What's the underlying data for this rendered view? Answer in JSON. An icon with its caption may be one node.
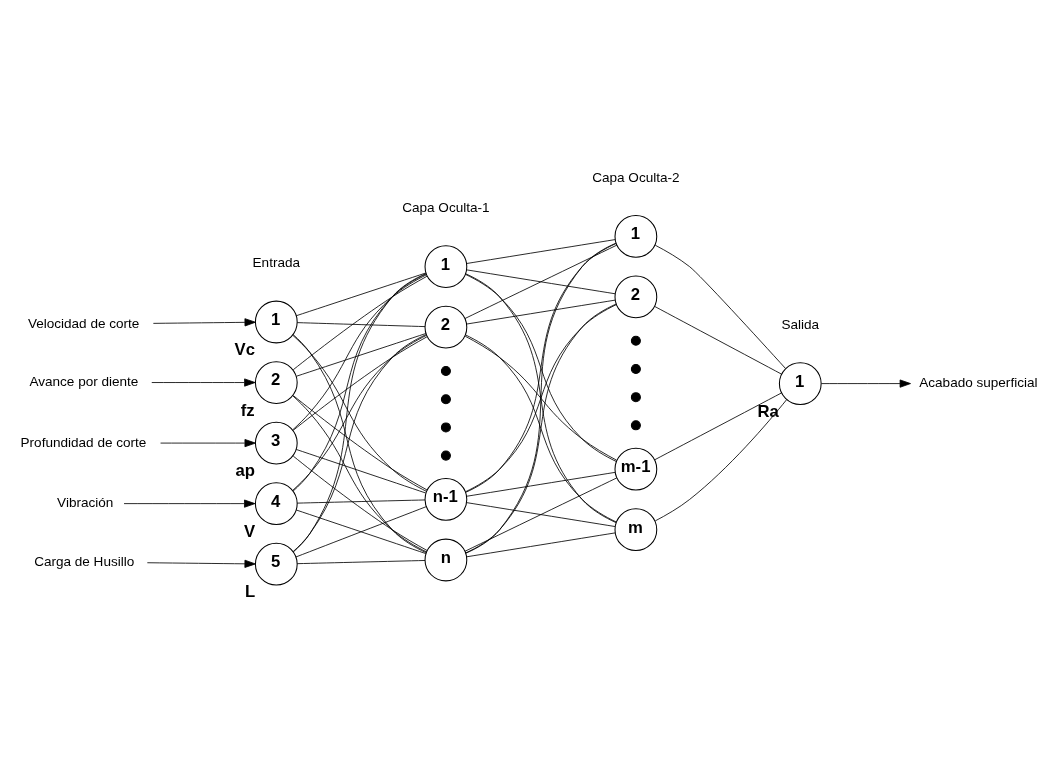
{
  "diagram": {
    "nodes": [
      {
        "text": [
          "Velocidad de corte"
        ]
      },
      {
        "text": [
          "1"
        ],
        "beside": [
          "Vc"
        ]
      },
      {
        "text": [
          "Avance por diente"
        ]
      },
      {
        "text": [
          "2"
        ],
        "beside": [
          "fz"
        ]
      },
      {
        "text": [
          "Profundidad de corte"
        ]
      },
      {
        "text": [
          "3"
        ],
        "beside": [
          "ap"
        ]
      },
      {
        "text": [
          "Vibración"
        ]
      },
      {
        "text": [
          "4"
        ],
        "beside": [
          "V"
        ]
      },
      {
        "text": [
          "Carga de Husillo"
        ]
      },
      {
        "text": [
          "5"
        ],
        "beside": [
          "L"
        ]
      },
      {
        "text": [
          "1"
        ]
      },
      {
        "text": [
          "2"
        ]
      },
      {
        "text": [],
        "shape": "dot"
      },
      {
        "text": [],
        "shape": "dot"
      },
      {
        "text": [],
        "shape": "dot"
      },
      {
        "text": [],
        "shape": "dot"
      },
      {
        "text": [
          "n-1"
        ]
      },
      {
        "text": [
          "n"
        ]
      },
      {
        "text": [
          "1"
        ]
      },
      {
        "text": [
          "2"
        ]
      },
      {
        "text": [],
        "shape": "dot"
      },
      {
        "text": [],
        "shape": "dot"
      },
      {
        "text": [],
        "shape": "dot"
      },
      {
        "text": [],
        "shape": "dot"
      },
      {
        "text": [
          "m-1"
        ]
      },
      {
        "text": [
          "m"
        ]
      },
      {
        "text": [
          "1"
        ],
        "beside": [
          "Ra"
        ]
      },
      {
        "text": [
          "Acabado superficial"
        ]
      }
    ],
    "edges": [
      {
        "from": 0,
        "to": 1,
        "arrow": "to"
      },
      {
        "from": 2,
        "to": 3,
        "arrow": "to"
      },
      {
        "from": 4,
        "to": 5,
        "arrow": "to"
      },
      {
        "from": 6,
        "to": 7,
        "arrow": "to"
      },
      {
        "from": 8,
        "to": 9,
        "arrow": "to"
      },
      {
        "from": 1,
        "to": 10,
        "arrow": "none"
      },
      {
        "from": 1,
        "to": 11,
        "arrow": "none"
      },
      {
        "from": 1,
        "to": 16,
        "arrow": "none"
      },
      {
        "from": 1,
        "to": 17,
        "arrow": "none"
      },
      {
        "from": 3,
        "to": 10,
        "arrow": "none"
      },
      {
        "from": 3,
        "to": 11,
        "arrow": "none"
      },
      {
        "from": 3,
        "to": 16,
        "arrow": "none"
      },
      {
        "from": 3,
        "to": 17,
        "arrow": "none"
      },
      {
        "from": 5,
        "to": 10,
        "arrow": "none"
      },
      {
        "from": 5,
        "to": 11,
        "arrow": "none"
      },
      {
        "from": 5,
        "to": 16,
        "arrow": "none"
      },
      {
        "from": 5,
        "to": 17,
        "arrow": "none"
      },
      {
        "from": 7,
        "to": 10,
        "arrow": "none"
      },
      {
        "from": 7,
        "to": 11,
        "arrow": "none"
      },
      {
        "from": 7,
        "to": 16,
        "arrow": "none"
      },
      {
        "from": 7,
        "to": 17,
        "arrow": "none"
      },
      {
        "from": 9,
        "to": 10,
        "arrow": "none"
      },
      {
        "from": 9,
        "to": 11,
        "arrow": "none"
      },
      {
        "from": 9,
        "to": 16,
        "arrow": "none"
      },
      {
        "from": 9,
        "to": 17,
        "arrow": "none"
      },
      {
        "from": 10,
        "to": 18,
        "arrow": "none"
      },
      {
        "from": 10,
        "to": 19,
        "arrow": "none"
      },
      {
        "from": 10,
        "to": 24,
        "arrow": "none"
      },
      {
        "from": 10,
        "to": 25,
        "arrow": "none"
      },
      {
        "from": 11,
        "to": 18,
        "arrow": "none"
      },
      {
        "from": 11,
        "to": 19,
        "arrow": "none"
      },
      {
        "from": 11,
        "to": 24,
        "arrow": "none"
      },
      {
        "from": 11,
        "to": 25,
        "arrow": "none"
      },
      {
        "from": 16,
        "to": 18,
        "arrow": "none"
      },
      {
        "from": 16,
        "to": 19,
        "arrow": "none"
      },
      {
        "from": 16,
        "to": 24,
        "arrow": "none"
      },
      {
        "from": 16,
        "to": 25,
        "arrow": "none"
      },
      {
        "from": 17,
        "to": 18,
        "arrow": "none"
      },
      {
        "from": 17,
        "to": 19,
        "arrow": "none"
      },
      {
        "from": 17,
        "to": 24,
        "arrow": "none"
      },
      {
        "from": 17,
        "to": 25,
        "arrow": "none"
      },
      {
        "from": 18,
        "to": 26,
        "arrow": "none"
      },
      {
        "from": 19,
        "to": 26,
        "arrow": "none"
      },
      {
        "from": 24,
        "to": 26,
        "arrow": "none"
      },
      {
        "from": 25,
        "to": 26,
        "arrow": "none"
      },
      {
        "from": 26,
        "to": 27,
        "arrow": "to"
      }
    ],
    "labels": [
      "Entrada",
      "Capa Oculta-1",
      "Capa Oculta-2",
      "Salida"
    ]
  }
}
